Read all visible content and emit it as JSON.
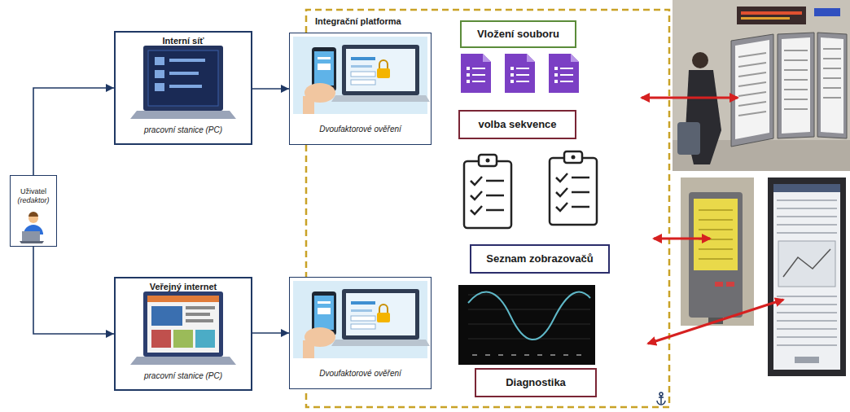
{
  "diagram": {
    "nodes": [
      {
        "text": [
          "Uživatel",
          "(redaktor)"
        ]
      },
      {
        "text": [
          "Interní síť",
          "pracovní stanice (PC)"
        ]
      },
      {
        "text": [
          "Integrační platforma"
        ]
      },
      {
        "text": [
          "Dvoufaktorové ověření"
        ]
      },
      {
        "text": [
          "Vložení souboru"
        ],
        "in": 2
      },
      {
        "text": [
          "volba sekvence"
        ],
        "in": 2
      },
      {
        "text": [
          "Veřejný internet",
          "pracovní stanice (PC)"
        ]
      },
      {
        "text": [
          "Dvoufaktorové ověření"
        ]
      },
      {
        "text": [
          "Seznam zobrazovačů"
        ],
        "in": 2
      },
      {
        "text": [
          "Diagnostika"
        ],
        "in": 2
      }
    ],
    "edges": [
      {
        "from": 0,
        "to": 1,
        "arrow": "to"
      },
      {
        "from": 0,
        "to": 6,
        "arrow": "to"
      },
      {
        "from": 1,
        "to": 3,
        "arrow": "to"
      },
      {
        "from": 6,
        "to": 7,
        "arrow": "to"
      }
    ]
  }
}
